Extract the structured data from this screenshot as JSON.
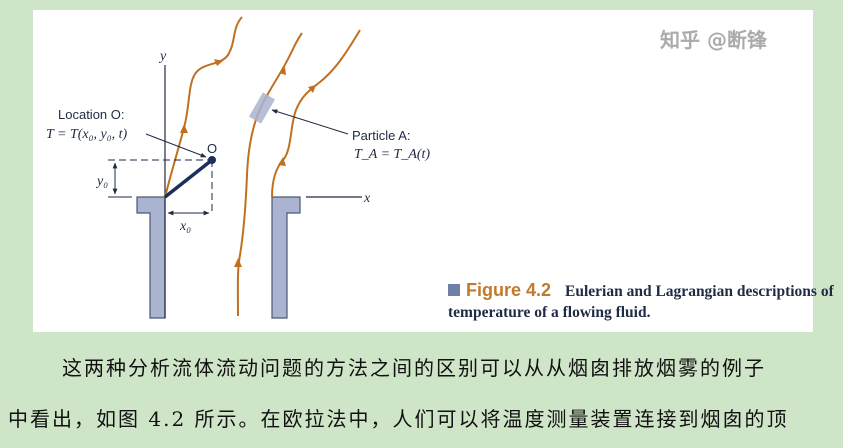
{
  "figure": {
    "labels": {
      "y_axis": "y",
      "x_axis": "x",
      "point": "O",
      "location_title": "Location O:",
      "location_eq": "T = T(x₀, y₀, t)",
      "x0": "x₀",
      "y0": "y₀",
      "particle_title": "Particle A:",
      "particle_eq": "T_A = T_A(t)"
    },
    "colors": {
      "streamline": "#c0701e",
      "chimney": "#aab4d0",
      "navy": "#1c2f5e"
    },
    "caption": {
      "figure_number": "Figure 4.2",
      "text": "Eulerian and Lagrangian descriptions of temperature of a flowing fluid."
    }
  },
  "body": {
    "line1": "这两种分析流体流动问题的方法之间的区别可以从从烟囱排放烟雾的例子",
    "line2": "中看出，如图 4.2 所示。在欧拉法中，人们可以将温度测量装置连接到烟囱的顶"
  },
  "watermark": "知乎 @断锋"
}
